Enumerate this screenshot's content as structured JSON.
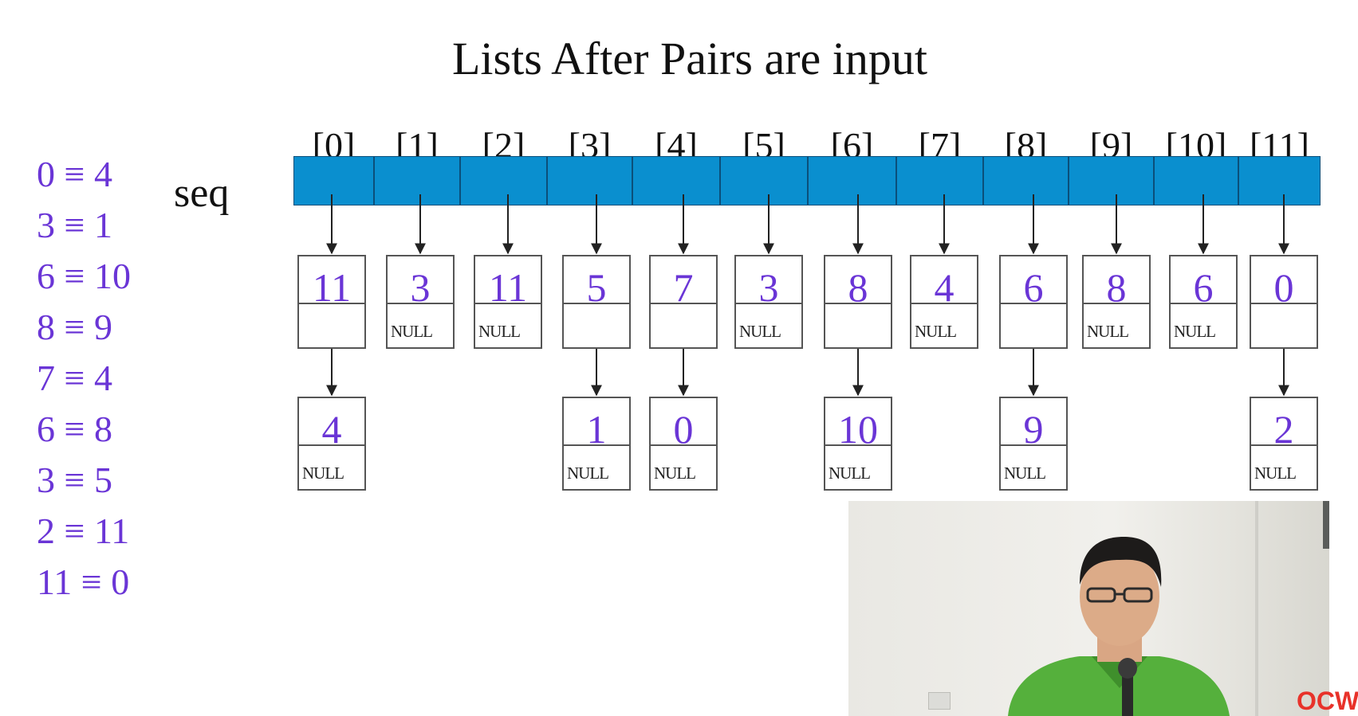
{
  "title": "Lists After Pairs are input",
  "pairs": [
    "0 ≡ 4",
    "3 ≡ 1",
    "6 ≡ 10",
    "8 ≡ 9",
    "7 ≡ 4",
    "6 ≡ 8",
    "3 ≡ 5",
    "2 ≡ 11",
    "11 ≡ 0"
  ],
  "seq_label": "seq",
  "indices": [
    "[0]",
    "[1]",
    "[2]",
    "[3]",
    "[4]",
    "[5]",
    "[6]",
    "[7]",
    "[8]",
    "[9]",
    "[10]",
    "[11]"
  ],
  "first_nodes": [
    {
      "value": "11",
      "link": ""
    },
    {
      "value": "3",
      "link": "NULL"
    },
    {
      "value": "11",
      "link": "NULL"
    },
    {
      "value": "5",
      "link": ""
    },
    {
      "value": "7",
      "link": ""
    },
    {
      "value": "3",
      "link": "NULL"
    },
    {
      "value": "8",
      "link": ""
    },
    {
      "value": "4",
      "link": "NULL"
    },
    {
      "value": "6",
      "link": ""
    },
    {
      "value": "8",
      "link": "NULL"
    },
    {
      "value": "6",
      "link": "NULL"
    },
    {
      "value": "0",
      "link": ""
    }
  ],
  "second_nodes": [
    {
      "column": 0,
      "value": "4",
      "link": "NULL"
    },
    {
      "column": 3,
      "value": "1",
      "link": "NULL"
    },
    {
      "column": 4,
      "value": "0",
      "link": "NULL"
    },
    {
      "column": 6,
      "value": "10",
      "link": "NULL"
    },
    {
      "column": 8,
      "value": "9",
      "link": "NULL"
    },
    {
      "column": 11,
      "value": "2",
      "link": "NULL"
    }
  ],
  "colors": {
    "array_fill": "#0a8fcf",
    "node_value": "#6a35d6",
    "pairs_text": "#6a35d6",
    "logo": "#e8322a"
  },
  "video": {
    "logo_text": "OCW"
  }
}
